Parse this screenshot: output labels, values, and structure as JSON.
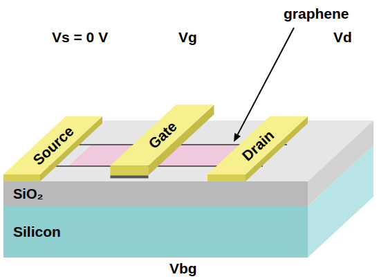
{
  "diagram": {
    "nodes": [
      {
        "text": [
          "Source"
        ]
      },
      {
        "text": [
          "Gate"
        ]
      },
      {
        "text": [
          "Drain"
        ]
      },
      {
        "text": [
          "SiO₂"
        ]
      },
      {
        "text": [
          "Silicon"
        ]
      }
    ],
    "labels": [
      "Vs = 0 V",
      "Vg",
      "Vd",
      "graphene",
      "Vbg"
    ]
  }
}
